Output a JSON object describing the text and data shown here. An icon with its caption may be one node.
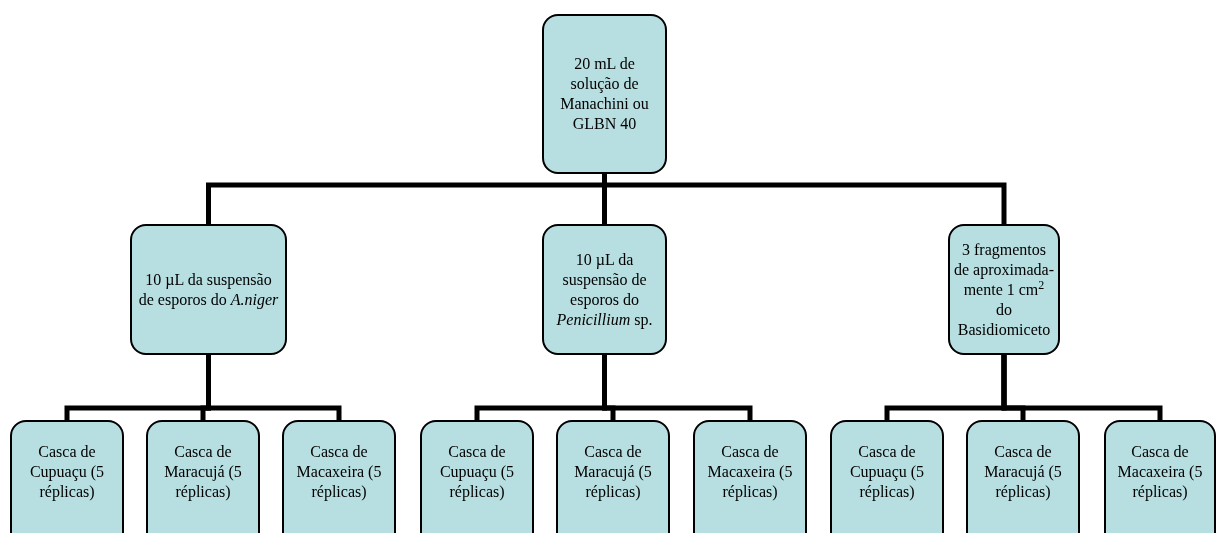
{
  "diagram": {
    "nodes": [
      {
        "text": [
          "20 mL de solução de Manachini ou GLBN 40"
        ]
      },
      {
        "text": [
          "10 µL da suspensão de esporos do *A.niger*"
        ]
      },
      {
        "text": [
          "10 µL da suspensão de esporos do *Penicillium* sp."
        ]
      },
      {
        "text": [
          "3 fragmentos de aproximada-mente 1 cm$^{2}$ do Basidiomiceto"
        ]
      },
      {
        "text": [
          "Casca de Cupuaçu (5 réplicas)"
        ]
      },
      {
        "text": [
          "Casca de Maracujá (5 réplicas)"
        ]
      },
      {
        "text": [
          "Casca de Macaxeira (5 réplicas)"
        ]
      },
      {
        "text": [
          "Casca de Cupuaçu (5 réplicas)"
        ]
      },
      {
        "text": [
          "Casca de Maracujá (5 réplicas)"
        ]
      },
      {
        "text": [
          "Casca de Macaxeira (5 réplicas)"
        ]
      },
      {
        "text": [
          "Casca de Cupuaçu (5 réplicas)"
        ]
      },
      {
        "text": [
          "Casca de Maracujá (5 réplicas)"
        ]
      },
      {
        "text": [
          "Casca de Macaxeira (5 réplicas)"
        ]
      }
    ],
    "edges": [
      {
        "from": 0,
        "to": 1,
        "arrow": "none"
      },
      {
        "from": 0,
        "to": 2,
        "arrow": "none"
      },
      {
        "from": 0,
        "to": 3,
        "arrow": "none"
      },
      {
        "from": 1,
        "to": 4,
        "arrow": "none"
      },
      {
        "from": 1,
        "to": 5,
        "arrow": "none"
      },
      {
        "from": 1,
        "to": 6,
        "arrow": "none"
      },
      {
        "from": 2,
        "to": 7,
        "arrow": "none"
      },
      {
        "from": 2,
        "to": 8,
        "arrow": "none"
      },
      {
        "from": 2,
        "to": 9,
        "arrow": "none"
      },
      {
        "from": 3,
        "to": 10,
        "arrow": "none"
      },
      {
        "from": 3,
        "to": 11,
        "arrow": "none"
      },
      {
        "from": 3,
        "to": 12,
        "arrow": "none"
      }
    ]
  }
}
